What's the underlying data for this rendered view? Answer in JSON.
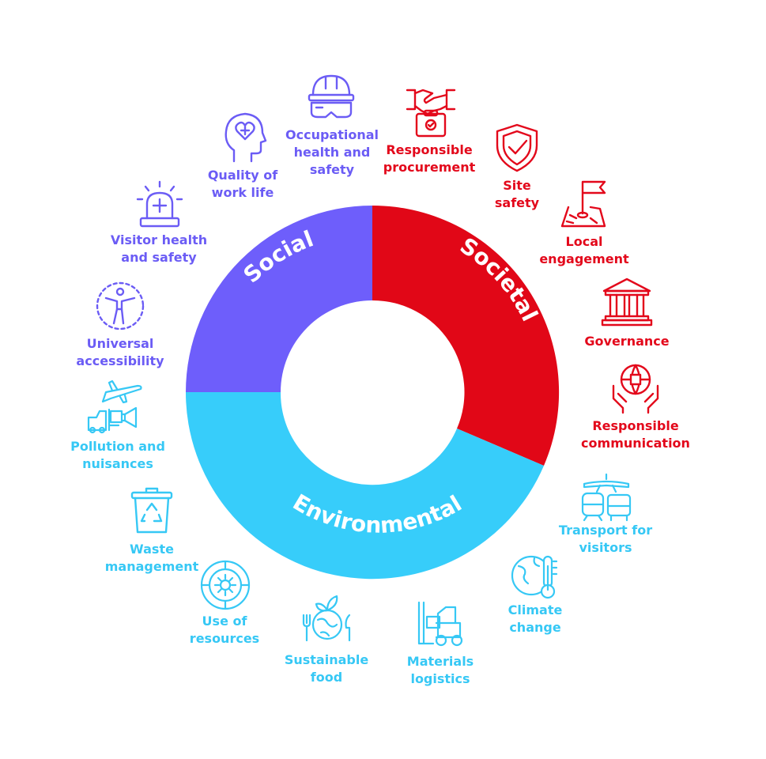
{
  "colors": {
    "social": "#6e5efb",
    "societal": "#e10717",
    "environmental": "#37cdfa"
  },
  "ring": {
    "social_label": "Social",
    "societal_label": "Societal",
    "environmental_label": "Environmental"
  },
  "items": {
    "occupational": {
      "line1": "Occupational",
      "line2": "health and",
      "line3": "safety",
      "icon": "hard-hat-goggles-icon"
    },
    "quality": {
      "line1": "Quality of",
      "line2": "work life",
      "icon": "head-heart-icon"
    },
    "visitor": {
      "line1": "Visitor health",
      "line2": "and safety",
      "icon": "medical-siren-icon"
    },
    "universal": {
      "line1": "Universal",
      "line2": "accessibility",
      "icon": "accessibility-person-icon"
    },
    "procurement": {
      "line1": "Responsible",
      "line2": "procurement",
      "icon": "handshake-clipboard-icon"
    },
    "site": {
      "line1": "Site",
      "line2": "safety",
      "icon": "shield-check-icon"
    },
    "local": {
      "line1": "Local",
      "line2": "engagement",
      "icon": "flag-map-icon"
    },
    "governance": {
      "line1": "Governance",
      "icon": "institution-building-icon"
    },
    "communication": {
      "line1": "Responsible",
      "line2": "communication",
      "icon": "hands-globe-icon"
    },
    "pollution": {
      "line1": "Pollution and",
      "line2": "nuisances",
      "icon": "plane-forklift-megaphone-icon"
    },
    "waste": {
      "line1": "Waste",
      "line2": "management",
      "icon": "recycle-bin-icon"
    },
    "resources": {
      "line1": "Use of",
      "line2": "resources",
      "icon": "resources-circle-icon"
    },
    "food": {
      "line1": "Sustainable",
      "line2": "food",
      "icon": "globe-cutlery-icon"
    },
    "logistics": {
      "line1": "Materials",
      "line2": "logistics",
      "icon": "forklift-icon"
    },
    "climate": {
      "line1": "Climate",
      "line2": "change",
      "icon": "globe-thermometer-icon"
    },
    "transport": {
      "line1": "Transport for",
      "line2": "visitors",
      "icon": "plane-train-bus-icon"
    }
  }
}
